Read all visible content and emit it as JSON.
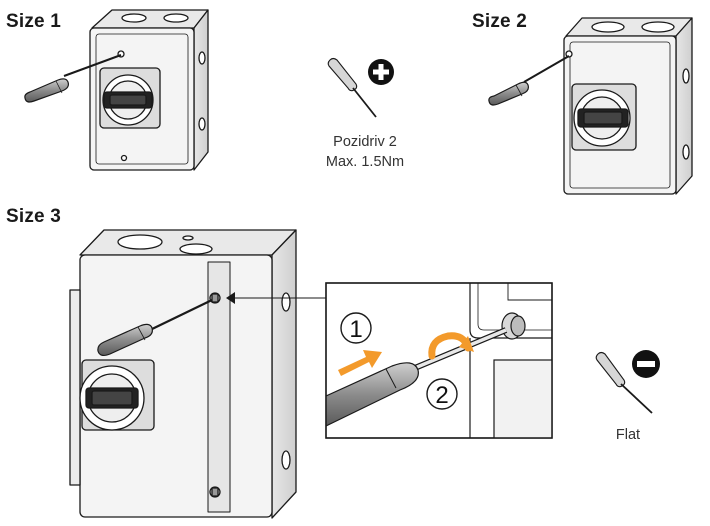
{
  "labels": {
    "size1": "Size 1",
    "size2": "Size 2",
    "size3": "Size 3"
  },
  "tools": {
    "pozidriv_line1": "Pozidriv 2",
    "pozidriv_line2": "Max. 1.5Nm",
    "flat": "Flat"
  },
  "steps": {
    "one": "1",
    "two": "2"
  },
  "colors": {
    "accent": "#f39a2b",
    "outline": "#1a1a1a",
    "enclosure": "#f2f2f2",
    "handle": "#9a9a9a"
  }
}
